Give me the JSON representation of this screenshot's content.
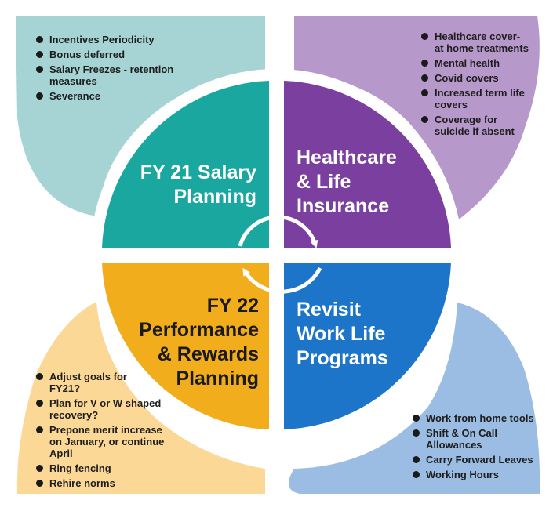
{
  "colors": {
    "salary": "#1aa7a0",
    "healthcare": "#7b3fa0",
    "performance": "#f2ad1c",
    "worklife": "#1c75c8",
    "salary_card": "#a6d4d5",
    "healthcare_card": "#b699ca",
    "performance_card": "#fcd897",
    "worklife_card": "#9bbde3"
  },
  "icons": [
    "bullet-dot",
    "cycle-arrow-clockwise",
    "cycle-arrow-counterclockwise"
  ],
  "quadrants": {
    "salary": {
      "title_lines": [
        "FY 21 Salary",
        "Planning"
      ]
    },
    "healthcare": {
      "title_lines": [
        "Healthcare",
        "& Life",
        "Insurance"
      ]
    },
    "performance": {
      "title_lines": [
        "FY 22",
        "Performance",
        "& Rewards",
        "Planning"
      ]
    },
    "worklife": {
      "title_lines": [
        "Revisit",
        "Work Life",
        "Programs"
      ]
    }
  },
  "cards": {
    "salary": {
      "items": [
        "Incentives Periodicity",
        "Bonus deferred",
        "Salary Freezes - retention measures",
        "Severance"
      ]
    },
    "healthcare": {
      "items": [
        "Healthcare cover- at home treatments",
        "Mental health",
        "Covid covers",
        "Increased term life covers",
        "Coverage for suicide if absent"
      ]
    },
    "performance": {
      "items": [
        "Adjust goals for FY21?",
        "Plan for V or W shaped recovery?",
        "Prepone merit increase on January, or continue April",
        "Ring fencing",
        "Rehire norms"
      ]
    },
    "worklife": {
      "items": [
        "Work from home tools",
        "Shift & On Call Allowances",
        "Carry Forward Leaves",
        "Working Hours"
      ]
    }
  }
}
